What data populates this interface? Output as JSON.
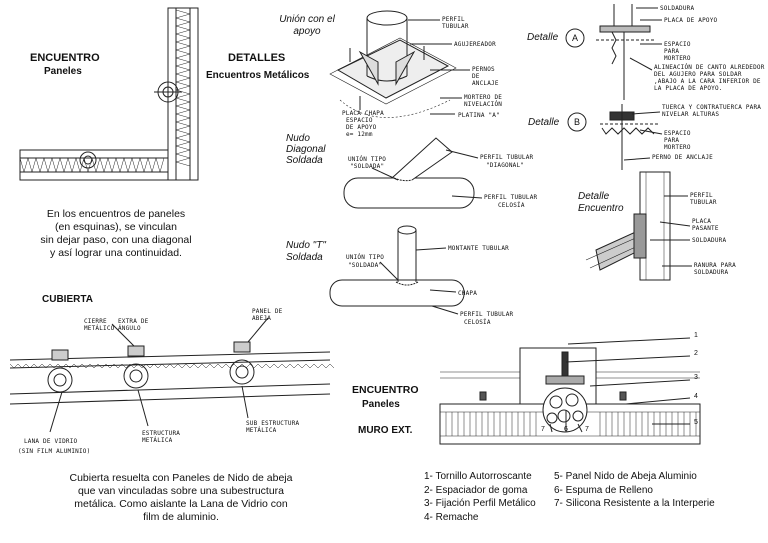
{
  "encuentro_top": {
    "title": "ENCUENTRO",
    "subtitle": "Paneles",
    "desc": [
      "En los encuentros de paneles",
      "(en esquinas), se vinculan",
      "sin dejar paso, con una diagonal",
      "y así lograr una continuidad."
    ]
  },
  "detalles": {
    "title": "DETALLES",
    "subtitle": "Encuentros Metálicos"
  },
  "union_apoyo": {
    "title": [
      "Unión con el",
      "apoyo"
    ],
    "labels": [
      "PERFIL TUBULAR",
      "AGUJEREADOR",
      "PERNOS DE ANCLAJE",
      "MORTERO DE NIVELACIÓN",
      "PLATINA \"A\"",
      "PLACA CHAPA",
      "ESPACIO",
      "DE APOYO",
      "e= 12mm"
    ]
  },
  "detalle_a": {
    "title": "Detalle",
    "letter": "A",
    "labels": [
      "SOLDADURA",
      "PLACA DE APOYO",
      "ESPACIO PARA MORTERO",
      "ALINEACIÓN DE CANTO ALREDEDOR DEL AGUJERO PARA SOLDAR ,ABAJO A LA CARA INFERIOR DE LA PLACA DE APOYO."
    ]
  },
  "detalle_b": {
    "title": "Detalle",
    "letter": "B",
    "labels": [
      "TUERCA Y CONTRATUERCA PARA NIVELAR ALTURAS",
      "ESPACIO PARA MORTERO",
      "PERNO DE ANCLAJE"
    ]
  },
  "nudo_diagonal": {
    "title": [
      "Nudo",
      "Diagonal",
      "Soldada"
    ],
    "labels": [
      "UNIÓN TIPO",
      "\"SOLDADA\"",
      "PERFIL TUBULAR",
      "\"DIAGONAL\"",
      "PERFIL TUBULAR",
      "CELOSÍA"
    ]
  },
  "detalle_encuentro": {
    "title": [
      "Detalle",
      "Encuentro"
    ],
    "labels": [
      "PERFIL TUBULAR",
      "PLACA PASANTE",
      "SOLDADURA",
      "RANURA PARA SOLDADURA"
    ]
  },
  "nudo_t": {
    "title": [
      "Nudo \"T\"",
      "Soldada"
    ],
    "labels": [
      "UNIÓN TIPO",
      "\"SOLDADA\"",
      "MONTANTE TUBULAR",
      "CHAPA",
      "PERFIL TUBULAR",
      "CELOSÍA"
    ]
  },
  "cubierta": {
    "title": "CUBIERTA",
    "labels": [
      "CIERRE METÁLICO",
      "EXTRA DE ÁNGULO",
      "PANEL DE ABEJA",
      "LANA DE VIDRIO",
      "(SIN FILM ALUMINIO)",
      "ESTRUCTURA METÁLICA",
      "SUB ESTRUCTURA METÁLICA"
    ],
    "desc": [
      "Cubierta resuelta con Paneles de Nido de abeja",
      "que van vinculadas sobre una subestructura",
      "metálica. Como aislante la Lana de Vidrio con",
      "film de aluminio."
    ]
  },
  "encuentro_muro": {
    "title": "ENCUENTRO",
    "subtitle": "Paneles",
    "muro": "MURO EXT.",
    "callouts": [
      "1",
      "2",
      "3",
      "4",
      "5",
      "6",
      "7",
      "7"
    ]
  },
  "legend": {
    "left": [
      "1- Tornillo Autorroscante",
      "2- Espaciador de goma",
      "3- Fijación Perfil Metálico",
      "4- Remache"
    ],
    "right": [
      "5- Panel Nido de Abeja Aluminio",
      "6- Espuma de Relleno",
      "7- Silicona Resistente a la Interperie"
    ]
  }
}
